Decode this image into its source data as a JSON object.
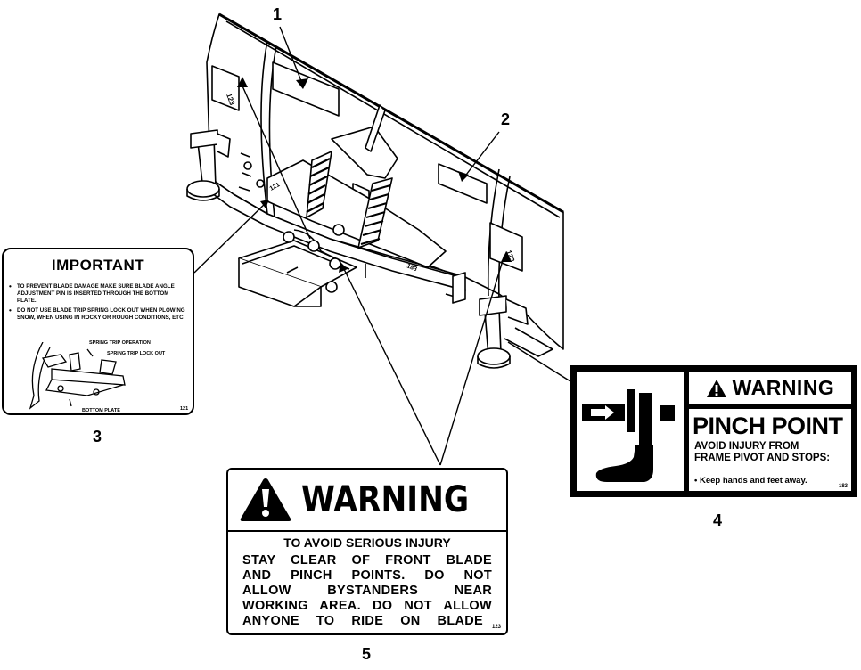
{
  "callouts": [
    "1",
    "2",
    "3",
    "4",
    "5"
  ],
  "plow_labels": {
    "left_decal": "123",
    "right_decal": "123",
    "frame_left": "121",
    "frame_right": "183"
  },
  "decal_important": {
    "title": "IMPORTANT",
    "bullets": [
      "To prevent blade damage make sure blade angle adjustment pin is inserted through the bottom plate.",
      "Do not use blade trip spring lock out when plowing snow, when using in rocky or rough conditions, etc."
    ],
    "labels": {
      "spring_trip_operation": "SPRING TRIP OPERATION",
      "spring_trip_lock_out": "SPRING TRIP LOCK OUT",
      "bottom_plate": "BOTTOM PLATE"
    },
    "code": "121"
  },
  "decal_pinch": {
    "heading": "WARNING",
    "title": "PINCH POINT",
    "line1": "AVOID INJURY FROM",
    "line2": "FRAME PIVOT AND STOPS:",
    "line3": "• Keep hands and feet away.",
    "code": "183"
  },
  "decal_warning": {
    "heading": "WARNING",
    "subheading": "TO AVOID SERIOUS INJURY",
    "lines": [
      "STAY CLEAR OF FRONT BLADE",
      "AND PINCH POINTS. DO NOT",
      "ALLOW BYSTANDERS NEAR",
      "WORKING AREA. DO NOT ALLOW",
      "ANYONE TO RIDE ON BLADE"
    ],
    "code": "123"
  }
}
